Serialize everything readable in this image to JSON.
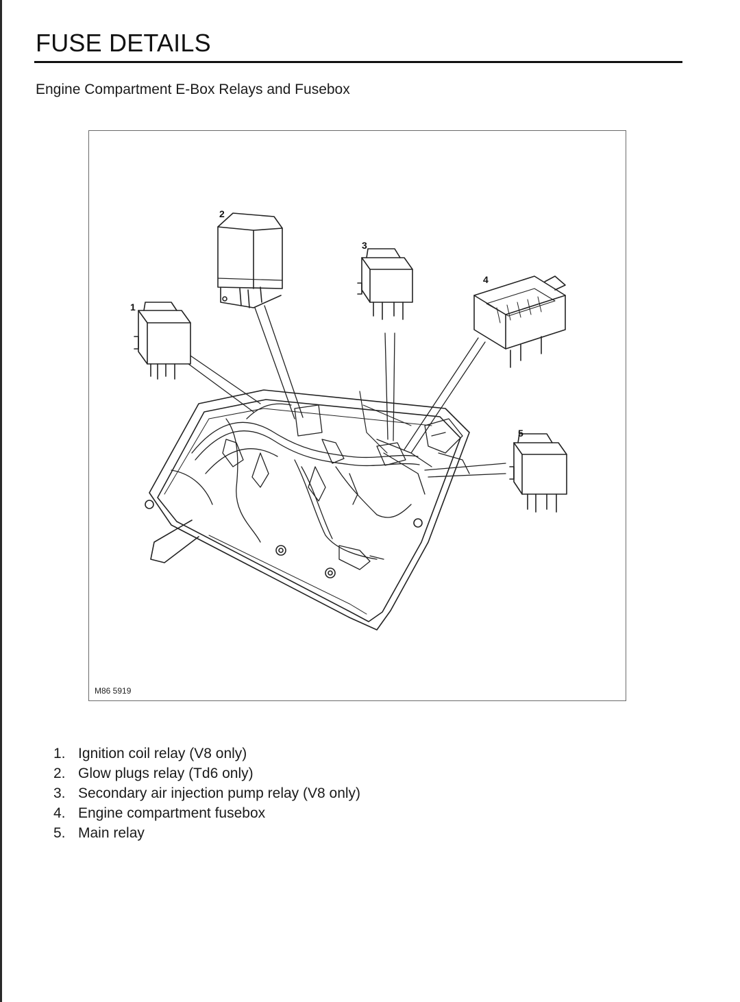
{
  "page": {
    "title": "FUSE DETAILS",
    "subtitle": "Engine Compartment E-Box Relays and Fusebox"
  },
  "figure": {
    "code": "M86 5919",
    "callouts": [
      "1",
      "2",
      "3",
      "4",
      "5"
    ]
  },
  "legend": [
    {
      "number": "1.",
      "text": "Ignition coil relay (V8 only)"
    },
    {
      "number": "2.",
      "text": "Glow plugs relay (Td6 only)"
    },
    {
      "number": "3.",
      "text": "Secondary air injection pump relay (V8 only)"
    },
    {
      "number": "4.",
      "text": "Engine compartment fusebox"
    },
    {
      "number": "5.",
      "text": "Main relay"
    }
  ]
}
